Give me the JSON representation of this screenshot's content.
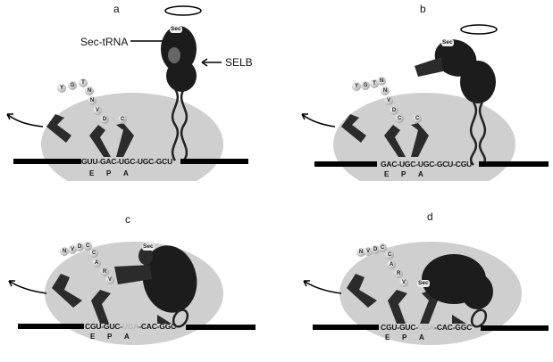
{
  "figure": {
    "type": "ribosome-selenocysteine-incorporation-schematic",
    "labels": {
      "sec_trna": "Sec-tRNA",
      "selb": "SELB",
      "sec": "Sec"
    },
    "site_labels": [
      "E",
      "P",
      "A"
    ],
    "panels": [
      {
        "id": "a",
        "label": "a",
        "mrna": {
          "codons": [
            "GUU",
            "GAC",
            "UGC",
            "UGC",
            "GCU"
          ],
          "highlighted_index": -1
        },
        "peptide": [
          "Y",
          "G",
          "T",
          "N",
          "N",
          "V",
          "D",
          "C"
        ],
        "a_site_residue": "C",
        "state": "SELB-Sec-tRNA bound to mRNA hairpin, not yet at ribosome"
      },
      {
        "id": "b",
        "label": "b",
        "mrna": {
          "codons": [
            "GAC",
            "UGC",
            "UGC",
            "GCU",
            "CGU"
          ],
          "highlighted_index": -1
        },
        "peptide": [
          "Y",
          "G",
          "T",
          "N",
          "N",
          "V",
          "D",
          "C"
        ],
        "a_site_residue": "C",
        "state": "SELB complex tilting toward the ribosome"
      },
      {
        "id": "c",
        "label": "c",
        "mrna": {
          "codons": [
            "CGU",
            "GUC",
            "UGA",
            "CAC",
            "GGC"
          ],
          "highlighted_index": 2
        },
        "peptide": [
          "N",
          "V",
          "D",
          "C",
          "C",
          "A",
          "R",
          "V"
        ],
        "a_site_residue": "",
        "state": "SELB-Sec-tRNA approaching UGA codon at A site"
      },
      {
        "id": "d",
        "label": "d",
        "mrna": {
          "codons": [
            "CGU",
            "GUC",
            "UGA",
            "CAC",
            "GGC"
          ],
          "highlighted_index": 2
        },
        "peptide": [
          "N",
          "V",
          "D",
          "C",
          "C",
          "A",
          "R",
          "V"
        ],
        "a_site_residue": "Sec",
        "state": "Sec-tRNA delivered to A site"
      }
    ]
  },
  "colors": {
    "ribosome": "#cfcfcf",
    "trna": "#2b2b2b",
    "selb": "#1c1c1c",
    "mrna": "#000000",
    "uga_codon": "#b8b8b8"
  }
}
